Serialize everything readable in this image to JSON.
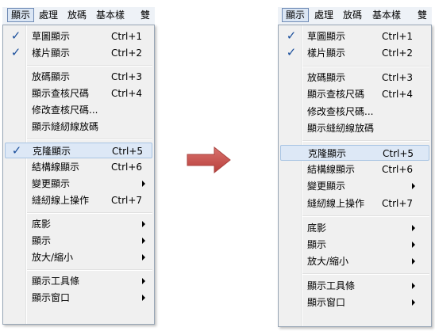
{
  "menubar": {
    "items": [
      "顯示",
      "處理",
      "放碼",
      "基本樣",
      "雙"
    ]
  },
  "menu": {
    "items": [
      {
        "type": "item",
        "label": "草圖顯示",
        "shortcut": "Ctrl+1",
        "checked": true
      },
      {
        "type": "item",
        "label": "樣片顯示",
        "shortcut": "Ctrl+2",
        "checked": true
      },
      {
        "type": "separator"
      },
      {
        "type": "item",
        "label": "放碼顯示",
        "shortcut": "Ctrl+3",
        "checked": false
      },
      {
        "type": "item",
        "label": "顯示查核尺碼",
        "shortcut": "Ctrl+4",
        "checked": false
      },
      {
        "type": "item",
        "label": "修改查核尺碼...",
        "shortcut": "",
        "checked": false
      },
      {
        "type": "item",
        "label": "顯示縫紉線放碼",
        "shortcut": "",
        "checked": false
      },
      {
        "type": "separator"
      },
      {
        "type": "item",
        "label": "克隆顯示",
        "shortcut": "Ctrl+5",
        "checked": true
      },
      {
        "type": "item",
        "label": "結構線顯示",
        "shortcut": "Ctrl+6",
        "checked": false
      },
      {
        "type": "item",
        "label": "變更顯示",
        "shortcut": "",
        "checked": false,
        "submenu": true
      },
      {
        "type": "item",
        "label": "縫紉線上操作",
        "shortcut": "Ctrl+7",
        "checked": false
      },
      {
        "type": "separator"
      },
      {
        "type": "item",
        "label": "底影",
        "shortcut": "",
        "checked": false,
        "submenu": true
      },
      {
        "type": "item",
        "label": "顯示",
        "shortcut": "",
        "checked": false,
        "submenu": true
      },
      {
        "type": "item",
        "label": "放大/縮小",
        "shortcut": "",
        "checked": false,
        "submenu": true
      },
      {
        "type": "separator"
      },
      {
        "type": "item",
        "label": "顯示工具條",
        "shortcut": "",
        "checked": false,
        "submenu": true
      },
      {
        "type": "item",
        "label": "顯示窗口",
        "shortcut": "",
        "checked": false,
        "submenu": true
      }
    ]
  },
  "panels": {
    "left": {
      "checked_glyph": "✓",
      "highlight_item": 8,
      "item_checked_override": {}
    },
    "right": {
      "checked_glyph": "✓",
      "highlight_item": 8,
      "item_checked_override": {
        "8": false
      }
    }
  },
  "colors": {
    "arrow": "#c0504d",
    "check": "#1b4f9c",
    "highlight": "#dde8f6"
  },
  "icons": {
    "check": "checkmark-icon",
    "submenu": "submenu-arrow-icon",
    "transition": "right-arrow-icon"
  }
}
